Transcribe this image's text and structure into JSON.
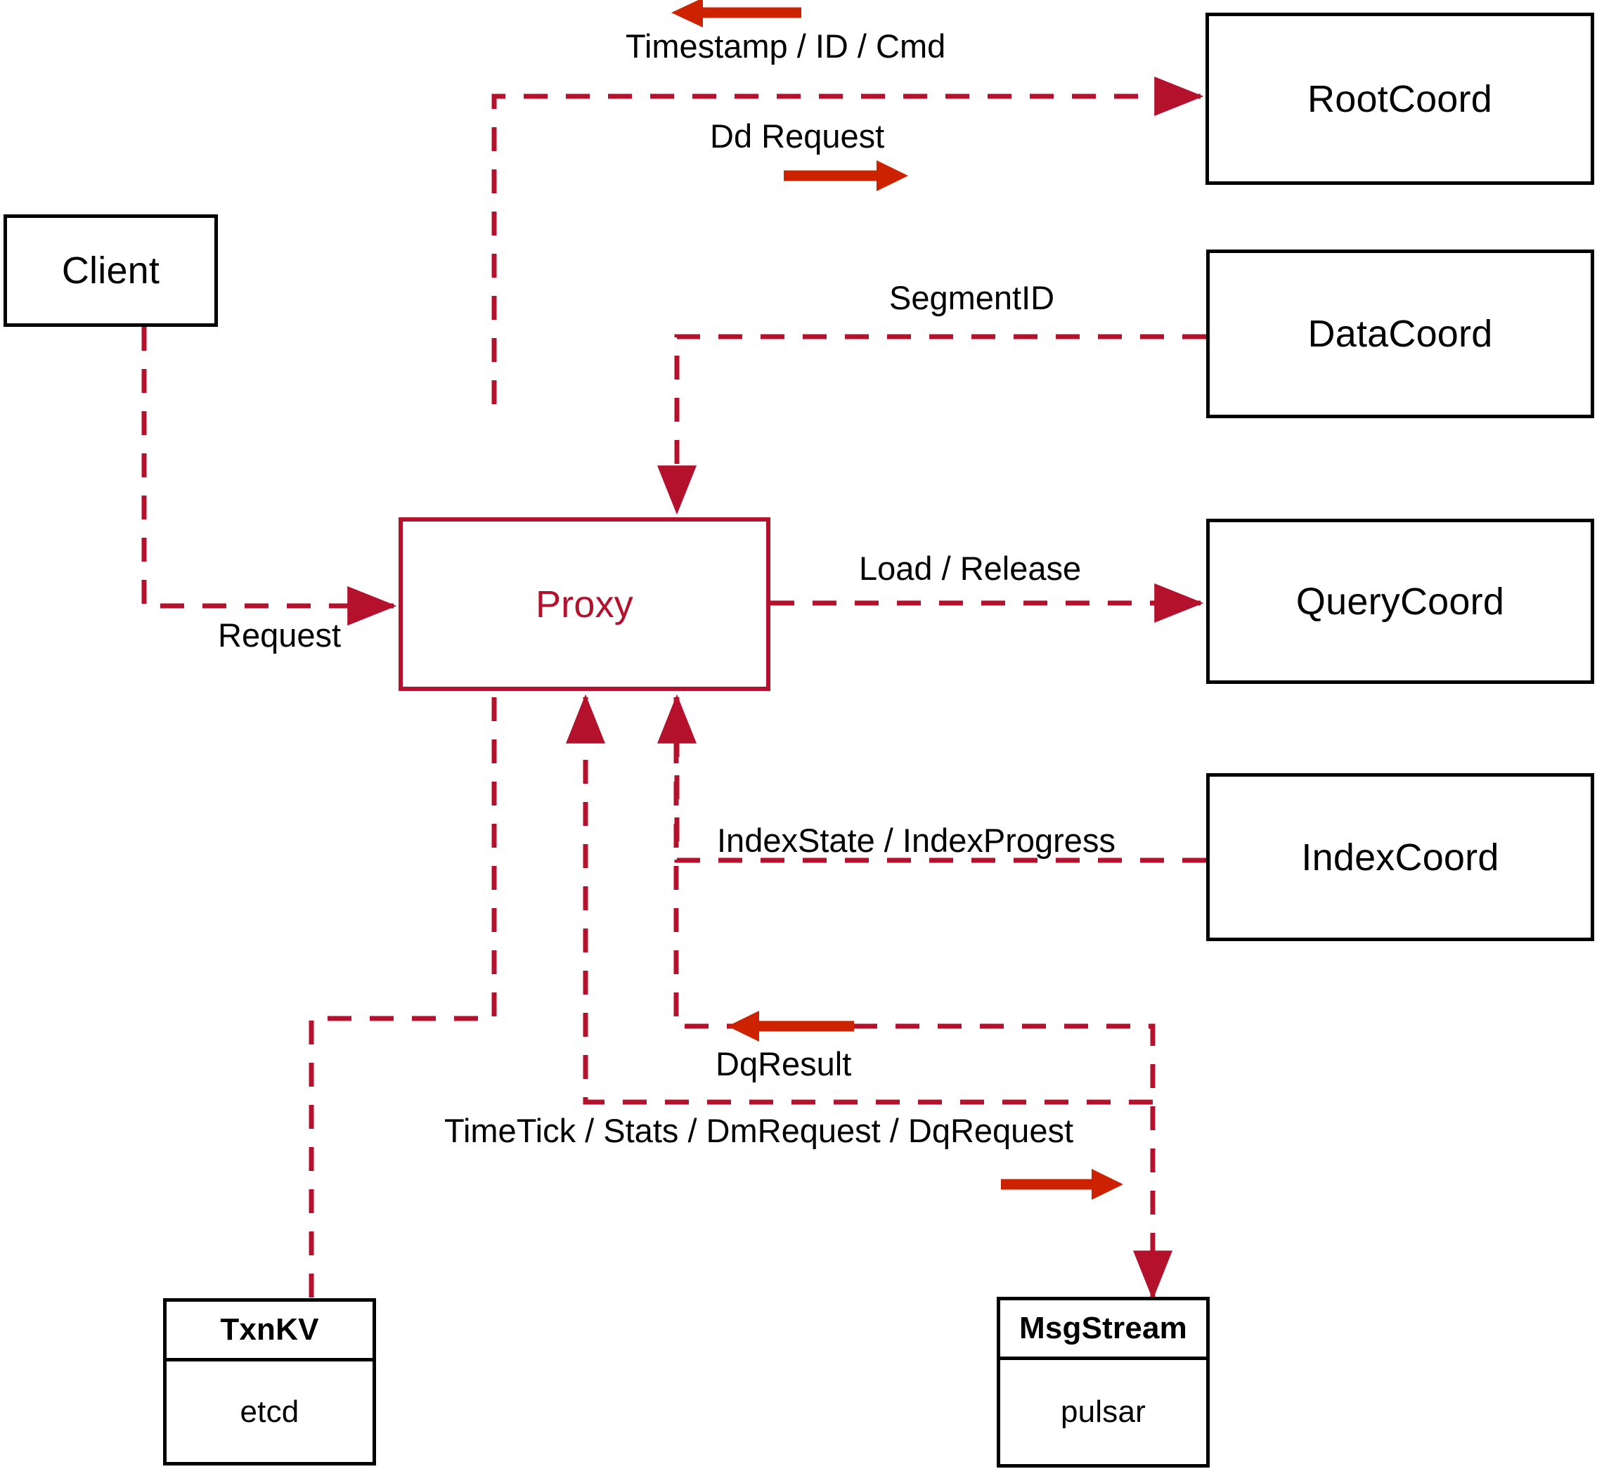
{
  "diagram": {
    "title": "Milvus Proxy interaction diagram",
    "colors": {
      "wire": "#B3112C",
      "accent_arrow": "#CC2200",
      "node_border": "#000000",
      "proxy_border": "#B3112C",
      "background": "#FFFFFF"
    },
    "nodes": [
      {
        "id": "client",
        "label": "Client",
        "kind": "plain"
      },
      {
        "id": "proxy",
        "label": "Proxy",
        "kind": "plain"
      },
      {
        "id": "rootcoord",
        "label": "RootCoord",
        "kind": "plain"
      },
      {
        "id": "datacoord",
        "label": "DataCoord",
        "kind": "plain"
      },
      {
        "id": "querycoord",
        "label": "QueryCoord",
        "kind": "plain"
      },
      {
        "id": "indexcoord",
        "label": "IndexCoord",
        "kind": "plain"
      },
      {
        "id": "txnkv",
        "label": "TxnKV",
        "kind": "split",
        "sublabel": "etcd"
      },
      {
        "id": "msgstream",
        "label": "MsgStream",
        "kind": "split",
        "sublabel": "pulsar"
      }
    ],
    "edges": [
      {
        "id": "e-request",
        "label": "Request",
        "from": "client",
        "to": "proxy",
        "direction": "to-proxy"
      },
      {
        "id": "e-dd",
        "label": "Dd Request",
        "from": "proxy",
        "to": "rootcoord",
        "direction": "to-target"
      },
      {
        "id": "e-tsidcmd",
        "label": "Timestamp / ID / Cmd",
        "from": "rootcoord",
        "to": "proxy",
        "direction": "to-proxy"
      },
      {
        "id": "e-segmentid",
        "label": "SegmentID",
        "from": "datacoord",
        "to": "proxy",
        "direction": "to-proxy"
      },
      {
        "id": "e-loadrelease",
        "label": "Load / Release",
        "from": "proxy",
        "to": "querycoord",
        "direction": "to-target"
      },
      {
        "id": "e-indexstate",
        "label": "IndexState / IndexProgress",
        "from": "indexcoord",
        "to": "proxy",
        "direction": "to-proxy"
      },
      {
        "id": "e-dqresult",
        "label": "DqResult",
        "from": "msgstream",
        "to": "proxy",
        "direction": "to-proxy"
      },
      {
        "id": "e-timetick",
        "label": "TimeTick / Stats / DmRequest / DqRequest",
        "from": "proxy",
        "to": "msgstream",
        "direction": "to-target"
      },
      {
        "id": "e-txnkv",
        "label": "",
        "from": "proxy",
        "to": "txnkv",
        "direction": "none"
      }
    ],
    "accent_arrows": [
      {
        "id": "arrow-timestamp",
        "points": "left",
        "for": "e-tsidcmd"
      },
      {
        "id": "arrow-ddrequest",
        "points": "right",
        "for": "e-dd"
      },
      {
        "id": "arrow-dqresult",
        "points": "left",
        "for": "e-dqresult"
      },
      {
        "id": "arrow-timetick",
        "points": "right",
        "for": "e-timetick"
      }
    ]
  }
}
